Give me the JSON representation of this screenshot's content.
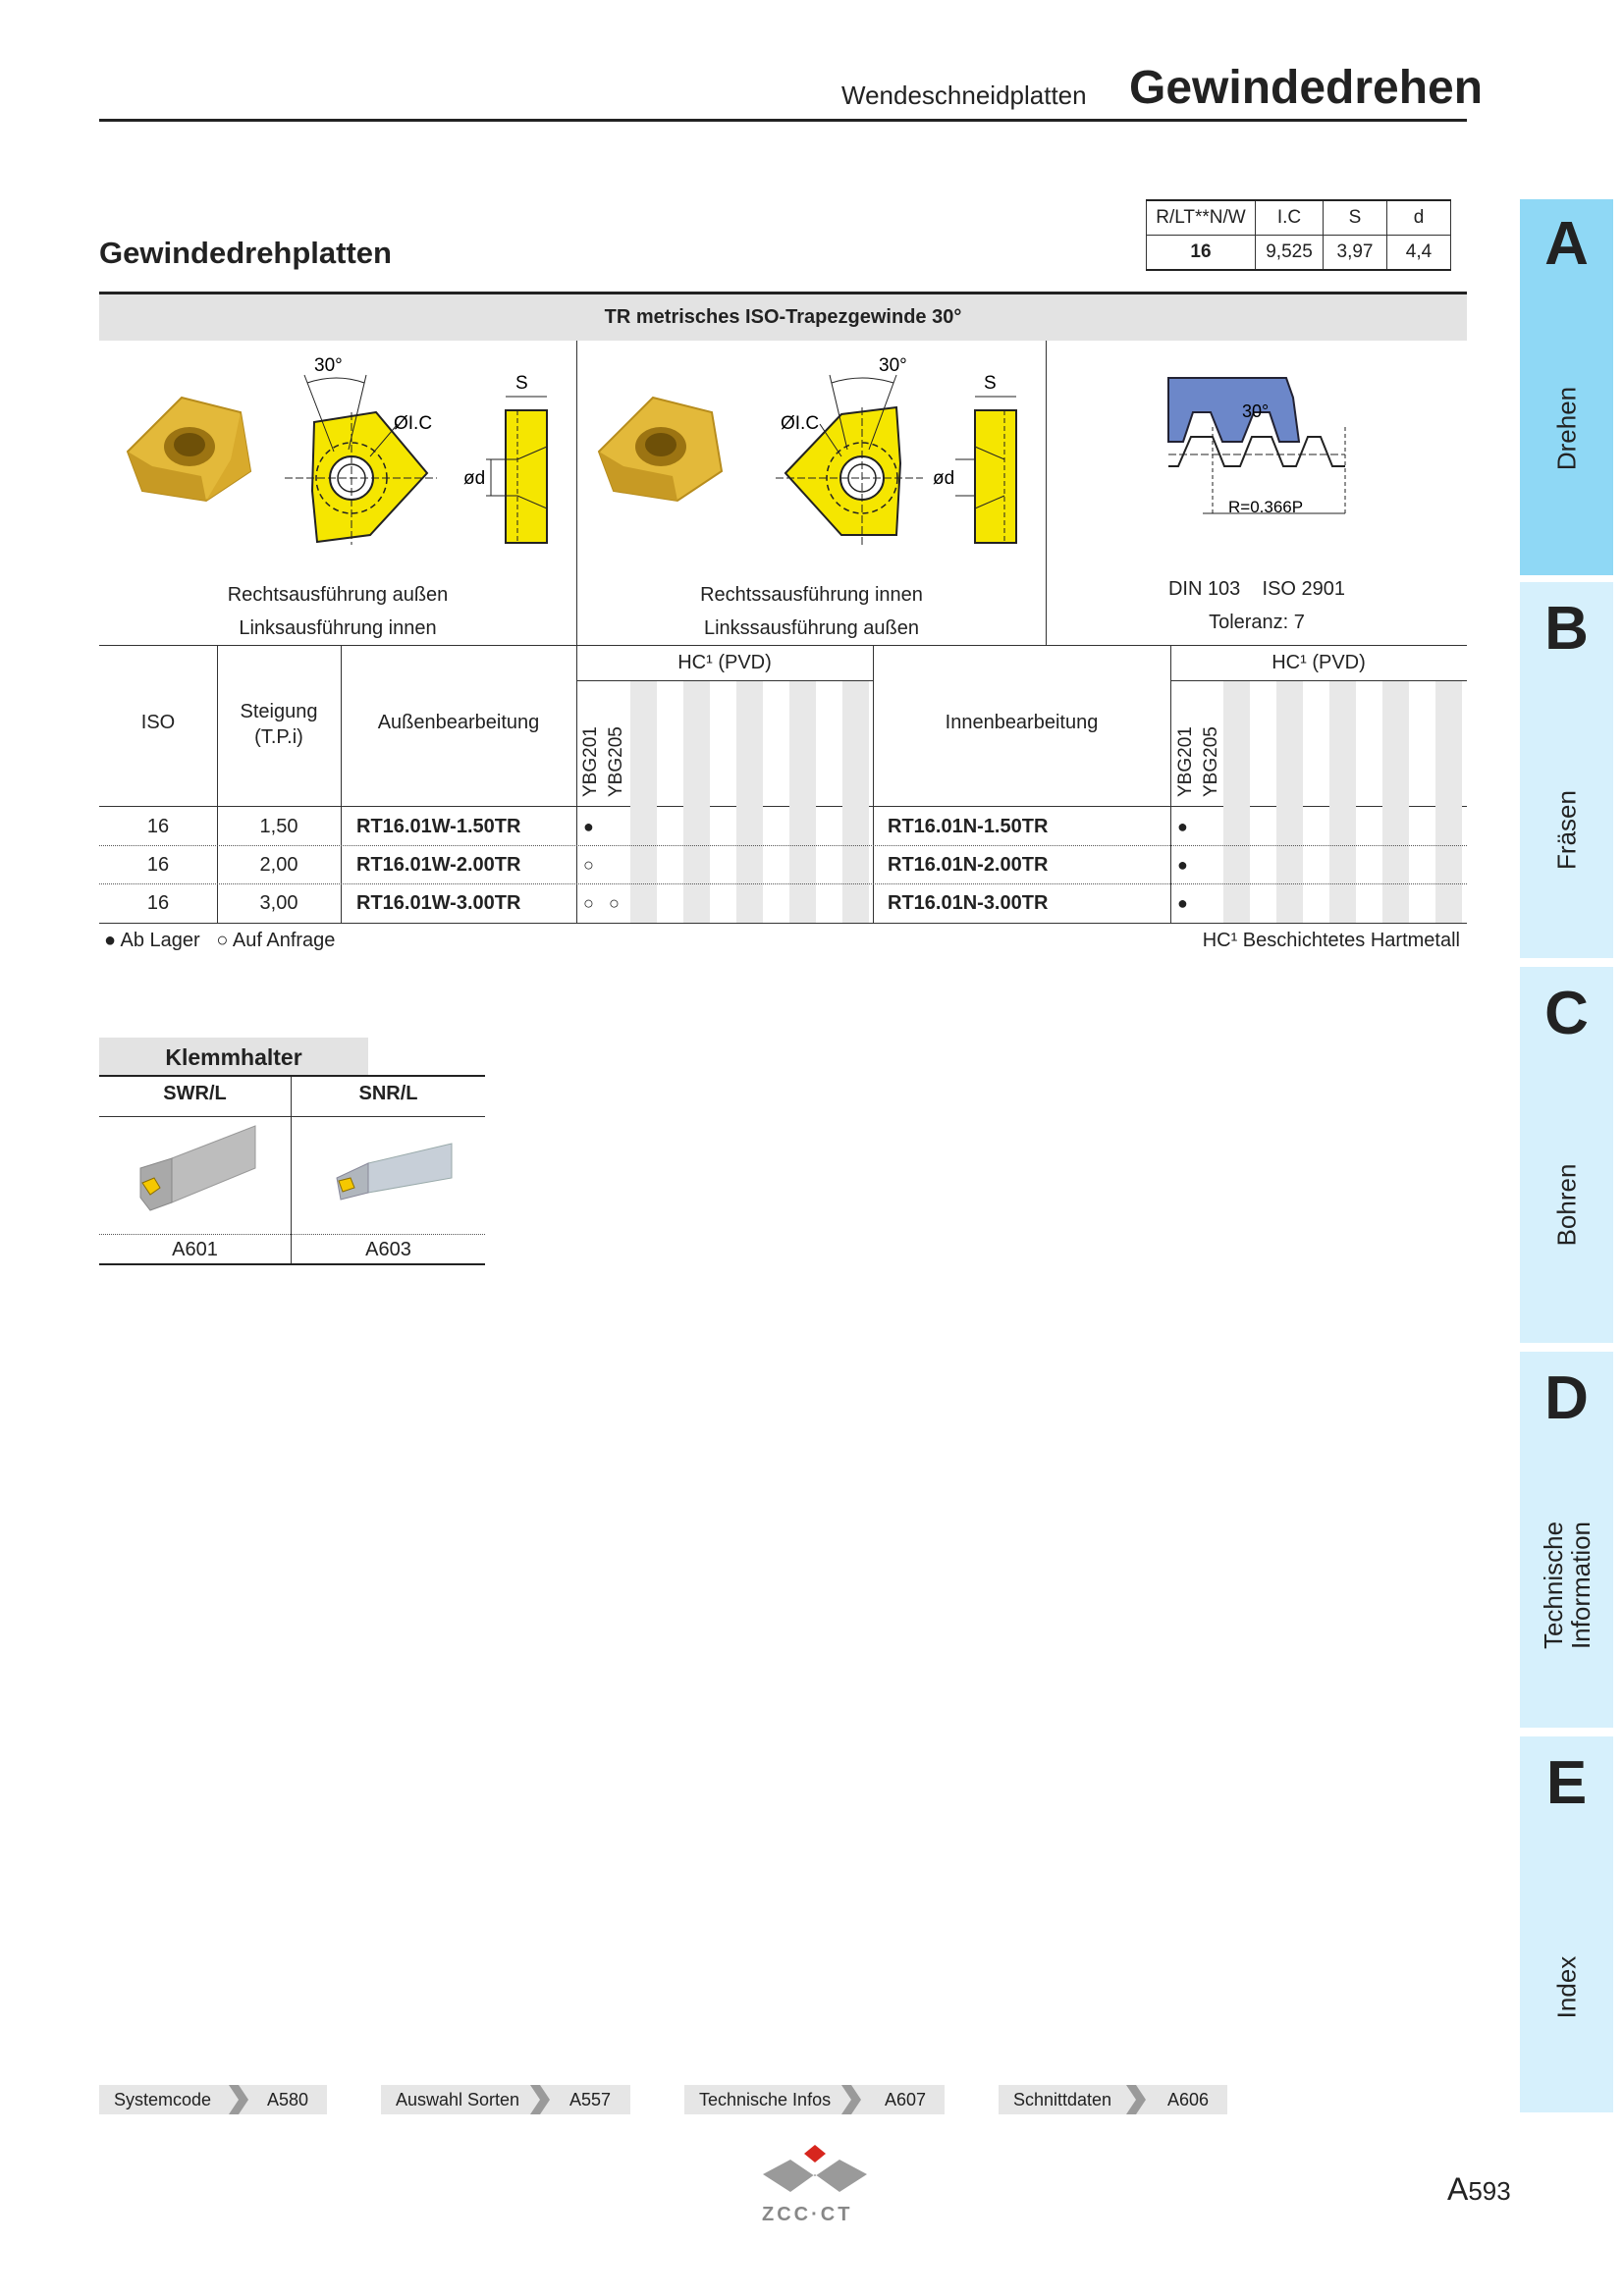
{
  "header": {
    "subtitle": "Wendeschneidplatten",
    "title": "Gewindedrehen"
  },
  "section_title": "Gewindedrehplatten",
  "spec_table": {
    "headers": [
      "R/LT**N/W",
      "I.C",
      "S",
      "d"
    ],
    "row": [
      "16",
      "9,525",
      "3,97",
      "4,4"
    ]
  },
  "band_title": "TR metrisches ISO-Trapezgewinde 30°",
  "drawing_labels": {
    "angle": "30°",
    "s": "S",
    "ic": "ØI.C",
    "d": "ød",
    "radius": "R=0.366P"
  },
  "captions": {
    "left": [
      "Rechtsausführung außen",
      "Linksausführung innen"
    ],
    "middle": [
      "Rechtssausführung innen",
      "Linkssausführung außen"
    ],
    "right": [
      "DIN 103    ISO 2901",
      "Toleranz: 7"
    ]
  },
  "table": {
    "headers": {
      "iso": "ISO",
      "pitch": "Steigung\n(T.P.i)",
      "outer": "Außenbearbeitung",
      "inner": "Innenbearbeitung",
      "grade_group_left": "HC¹ (PVD)",
      "grade_group_right": "HC¹ (PVD)",
      "grades": [
        "YBG201",
        "YBG205"
      ]
    },
    "rows": [
      {
        "iso": "16",
        "pitch": "1,50",
        "outer": "RT16.01W-1.50TR",
        "outer_marks": [
          "●",
          ""
        ],
        "inner": "RT16.01N-1.50TR",
        "inner_marks": [
          "●",
          ""
        ]
      },
      {
        "iso": "16",
        "pitch": "2,00",
        "outer": "RT16.01W-2.00TR",
        "outer_marks": [
          "○",
          ""
        ],
        "inner": "RT16.01N-2.00TR",
        "inner_marks": [
          "●",
          ""
        ]
      },
      {
        "iso": "16",
        "pitch": "3,00",
        "outer": "RT16.01W-3.00TR",
        "outer_marks": [
          "○",
          "○"
        ],
        "inner": "RT16.01N-3.00TR",
        "inner_marks": [
          "●",
          ""
        ]
      }
    ]
  },
  "legend": {
    "left": "● Ab Lager   ○ Auf Anfrage",
    "right": "HC¹ Beschichtetes Hartmetall"
  },
  "clamp_holder": {
    "title": "Klemmhalter",
    "columns": [
      {
        "name": "SWR/L",
        "page": "A601"
      },
      {
        "name": "SNR/L",
        "page": "A603"
      }
    ]
  },
  "side_tabs": [
    {
      "letter": "A",
      "label": "Drehen"
    },
    {
      "letter": "B",
      "label": "Fräsen"
    },
    {
      "letter": "C",
      "label": "Bohren"
    },
    {
      "letter": "D",
      "label": "Technische\nInformation"
    },
    {
      "letter": "E",
      "label": "Index"
    }
  ],
  "footer_links": [
    {
      "label": "Systemcode",
      "page": "A580"
    },
    {
      "label": "Auswahl Sorten",
      "page": "A557"
    },
    {
      "label": "Technische Infos",
      "page": "A607"
    },
    {
      "label": "Schnittdaten",
      "page": "A606"
    }
  ],
  "page_number": {
    "prefix": "A",
    "number": "593"
  },
  "logo_text": "ZCC·CT",
  "colors": {
    "tab_active": "#8fd8f5",
    "tab_inactive": "#d6f0fc",
    "insert_yellow": "#f5e600",
    "band_gray": "#e3e3e3"
  }
}
